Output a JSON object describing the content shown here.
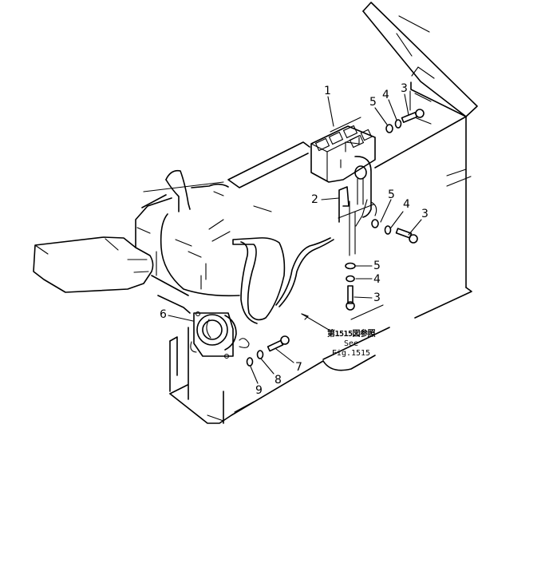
{
  "diagram": {
    "type": "exploded parts diagram",
    "subject": "battery and horn mounting on machine body",
    "line_color": "#000000",
    "background": "#ffffff"
  },
  "callouts": [
    {
      "id": "c1",
      "label": "1",
      "part": "battery"
    },
    {
      "id": "c2",
      "label": "2",
      "part": "bracket"
    },
    {
      "id": "c3a",
      "label": "3",
      "part": "bolt"
    },
    {
      "id": "c4a",
      "label": "4",
      "part": "lock washer"
    },
    {
      "id": "c5a",
      "label": "5",
      "part": "washer"
    },
    {
      "id": "c3b",
      "label": "3",
      "part": "bolt"
    },
    {
      "id": "c4b",
      "label": "4",
      "part": "lock washer"
    },
    {
      "id": "c5b",
      "label": "5",
      "part": "washer"
    },
    {
      "id": "c3c",
      "label": "3",
      "part": "bolt"
    },
    {
      "id": "c4c",
      "label": "4",
      "part": "lock washer"
    },
    {
      "id": "c5c",
      "label": "5",
      "part": "washer"
    },
    {
      "id": "c6",
      "label": "6",
      "part": "horn"
    },
    {
      "id": "c7",
      "label": "7",
      "part": "bolt"
    },
    {
      "id": "c8",
      "label": "8",
      "part": "lock washer"
    },
    {
      "id": "c9",
      "label": "9",
      "part": "washer"
    }
  ],
  "reference_note": {
    "japanese": "第1515図参照",
    "english": "See Fig.1515"
  }
}
